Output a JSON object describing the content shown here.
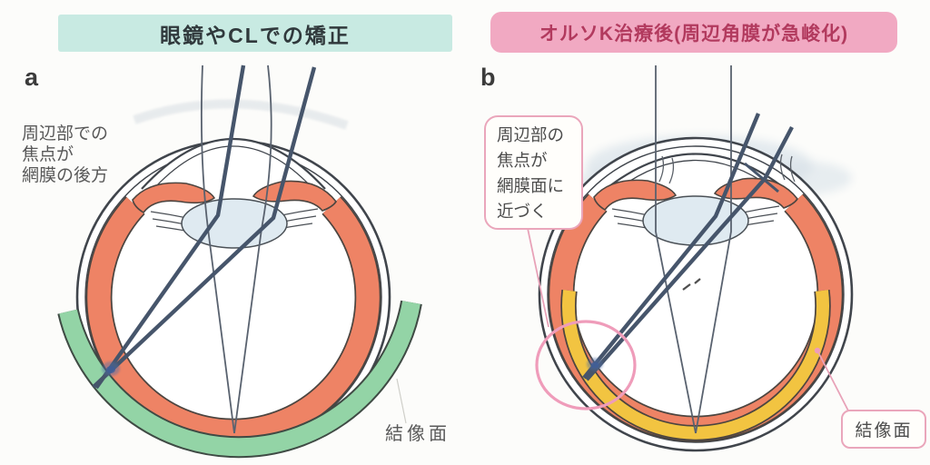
{
  "figure": {
    "panels": {
      "left": {
        "id": "a",
        "title": "眼鏡やCLでの矯正",
        "annotation": "周辺部での\n焦点が\n網膜の後方",
        "image_plane_label": "結像面"
      },
      "right": {
        "id": "b",
        "title": "オルソK治療後(周辺角膜が急峻化)",
        "annotation": "周辺部の\n焦点が\n網膜面に\n近づく",
        "image_plane_label": "結像面"
      }
    },
    "colors": {
      "left_title_bg": "#c8eae2",
      "left_title_text": "#30393c",
      "right_title_bg": "#f1a9c2",
      "right_title_text": "#b23a5e",
      "retina": "#ee8365",
      "image_plane_left_green": "#93d4a6",
      "image_plane_right_yellow": "#f2c441",
      "ray_dark": "#46556b",
      "outline": "#40454c",
      "pink_accent": "#ef9cba",
      "focus_smudge": "#4e6da6"
    }
  }
}
